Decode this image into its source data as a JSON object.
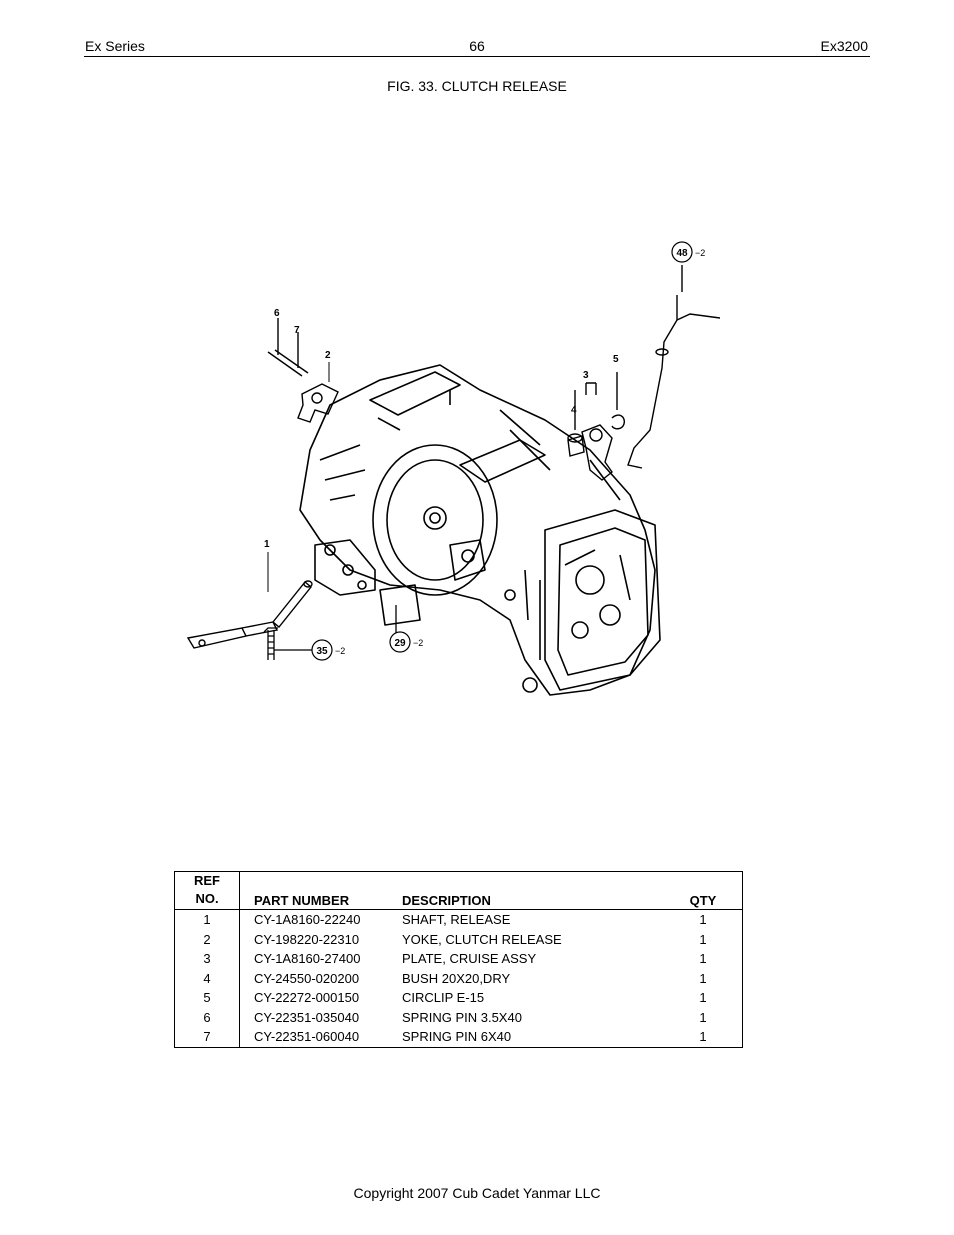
{
  "header": {
    "left": "Ex Series",
    "page_number": "66",
    "right": "Ex3200"
  },
  "figure": {
    "title": "FIG. 33. CLUTCH RELEASE",
    "callouts": [
      {
        "label": "1"
      },
      {
        "label": "2"
      },
      {
        "label": "3"
      },
      {
        "label": "4"
      },
      {
        "label": "5"
      },
      {
        "label": "6"
      },
      {
        "label": "7"
      },
      {
        "label": "48",
        "qty": "−2"
      },
      {
        "label": "35",
        "qty": "−2"
      },
      {
        "label": "29",
        "qty": "−2"
      }
    ]
  },
  "parts_table": {
    "headers": {
      "ref_line1": "REF",
      "ref_line2": "NO.",
      "part_number": "PART NUMBER",
      "description": "DESCRIPTION",
      "qty": "QTY"
    },
    "rows": [
      {
        "ref": "1",
        "part_number": "CY-1A8160-22240",
        "description": "SHAFT, RELEASE",
        "qty": "1"
      },
      {
        "ref": "2",
        "part_number": "CY-198220-22310",
        "description": "YOKE, CLUTCH RELEASE",
        "qty": "1"
      },
      {
        "ref": "3",
        "part_number": "CY-1A8160-27400",
        "description": "PLATE, CRUISE ASSY",
        "qty": "1"
      },
      {
        "ref": "4",
        "part_number": "CY-24550-020200",
        "description": "BUSH 20X20,DRY",
        "qty": "1"
      },
      {
        "ref": "5",
        "part_number": "CY-22272-000150",
        "description": "CIRCLIP E-15",
        "qty": "1"
      },
      {
        "ref": "6",
        "part_number": "CY-22351-035040",
        "description": "SPRING PIN 3.5X40",
        "qty": "1"
      },
      {
        "ref": "7",
        "part_number": "CY-22351-060040",
        "description": "SPRING PIN 6X40",
        "qty": "1"
      }
    ]
  },
  "footer": {
    "copyright": "Copyright 2007 Cub Cadet Yanmar LLC"
  }
}
